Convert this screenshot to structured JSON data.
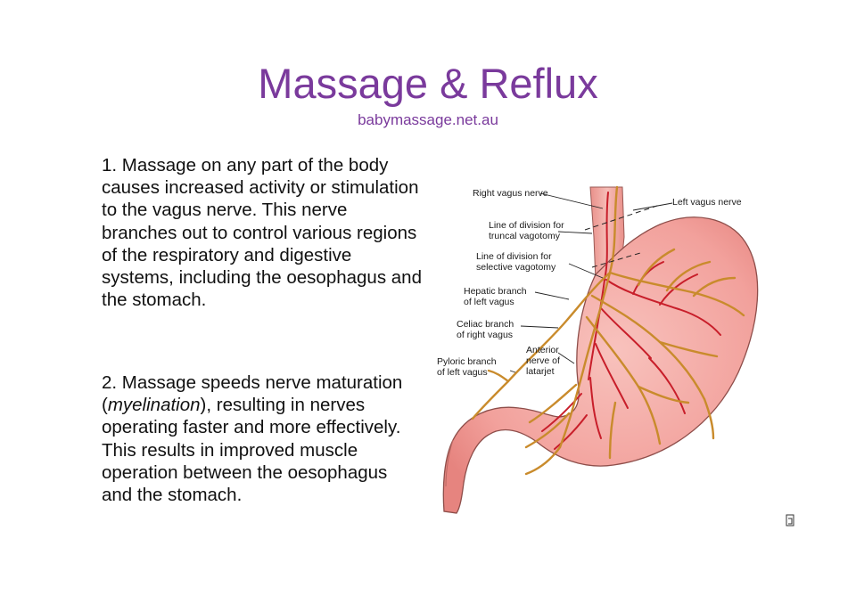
{
  "title": "Massage & Reflux",
  "subtitle": "babymassage.net.au",
  "paragraph1": "1. Massage on any part of the body causes increased activity or stimulation to the vagus nerve. This nerve branches out to control various regions of the respiratory and digestive systems, including the oesophagus and the stomach.",
  "paragraph2": {
    "before": "2. Massage speeds nerve maturation (",
    "italic": "myelination",
    "after": "), resulting in nerves operating faster and more effectively. This results in improved muscle operation between the oesophagus and the stomach."
  },
  "diagram": {
    "labels": {
      "right_vagus_nerve": "Right vagus nerve",
      "left_vagus_nerve": "Left vagus nerve",
      "truncal_line1": "Line of division for",
      "truncal_line2": "truncal vagotomy",
      "selective_line1": "Line of division for",
      "selective_line2": "selective vagotomy",
      "hepatic_line1": "Hepatic branch",
      "hepatic_line2": "of left vagus",
      "celiac_line1": "Celiac branch",
      "celiac_line2": "of right vagus",
      "anterior_line1": "Anterior",
      "anterior_line2": "nerve of",
      "anterior_line3": "latarjet",
      "pyloric_line1": "Pyloric branch",
      "pyloric_line2": "of left vagus"
    }
  },
  "colors": {
    "title": "#7a3a9c",
    "stomach_fill": "#f3a7a3",
    "nerve": "#c98b2c",
    "artery": "#c81e2a"
  }
}
